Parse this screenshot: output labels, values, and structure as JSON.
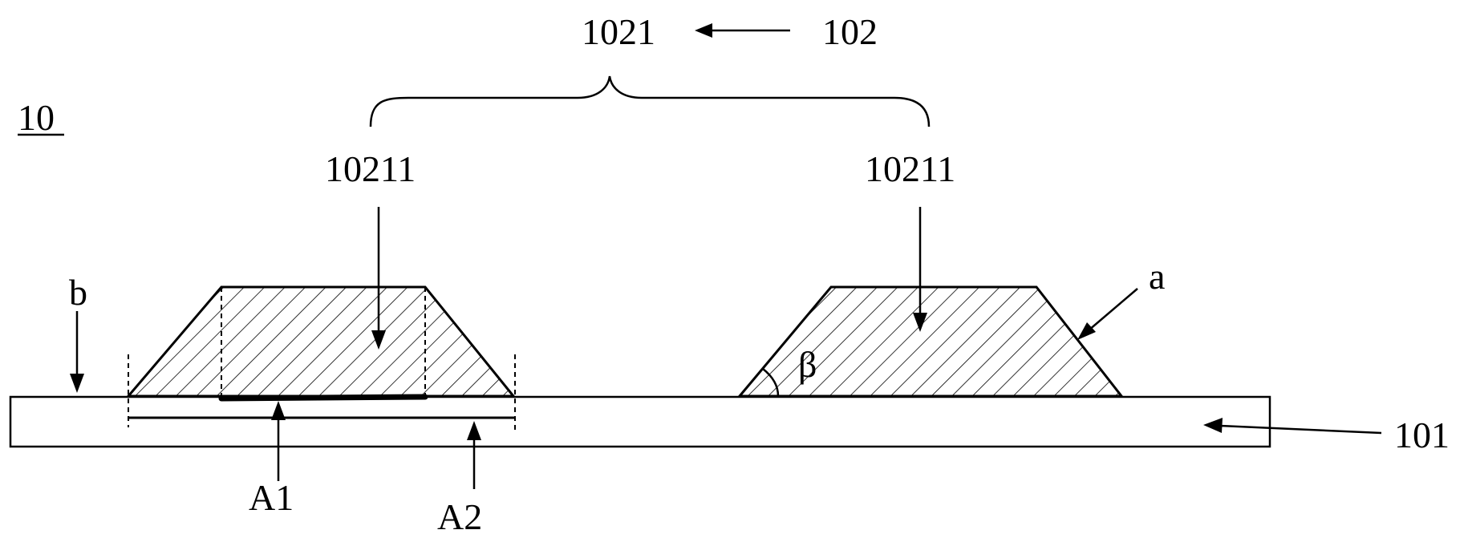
{
  "labels": {
    "figure": "10",
    "group": "1021",
    "group_parent": "102",
    "island_left": "10211",
    "island_right": "10211",
    "side_a": "a",
    "surface_b": "b",
    "angle": "β",
    "substrate": "101",
    "area1": "A1",
    "area2": "A2"
  },
  "colors": {
    "ink": "#000000",
    "background": "#ffffff"
  }
}
